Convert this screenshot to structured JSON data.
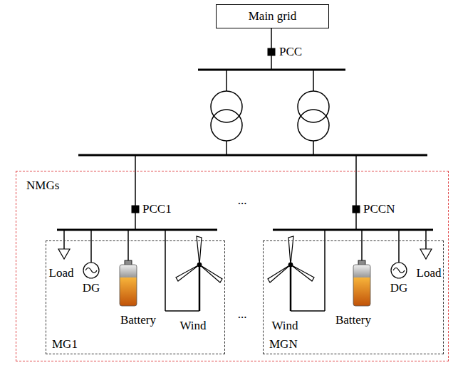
{
  "diagram": {
    "nodes": [
      {
        "text": [
          "Main grid"
        ]
      },
      {
        "text": [
          "NMGs"
        ]
      },
      {
        "text": [
          "MG1"
        ],
        "in": 1
      },
      {
        "text": [
          "MGN"
        ],
        "in": 1
      }
    ],
    "labels": [
      "PCC",
      "PCC1",
      "...",
      "PCCN",
      "Load",
      "DG",
      "Battery",
      "Wind",
      "...",
      "Wind",
      "Battery",
      "DG",
      "Load"
    ]
  }
}
